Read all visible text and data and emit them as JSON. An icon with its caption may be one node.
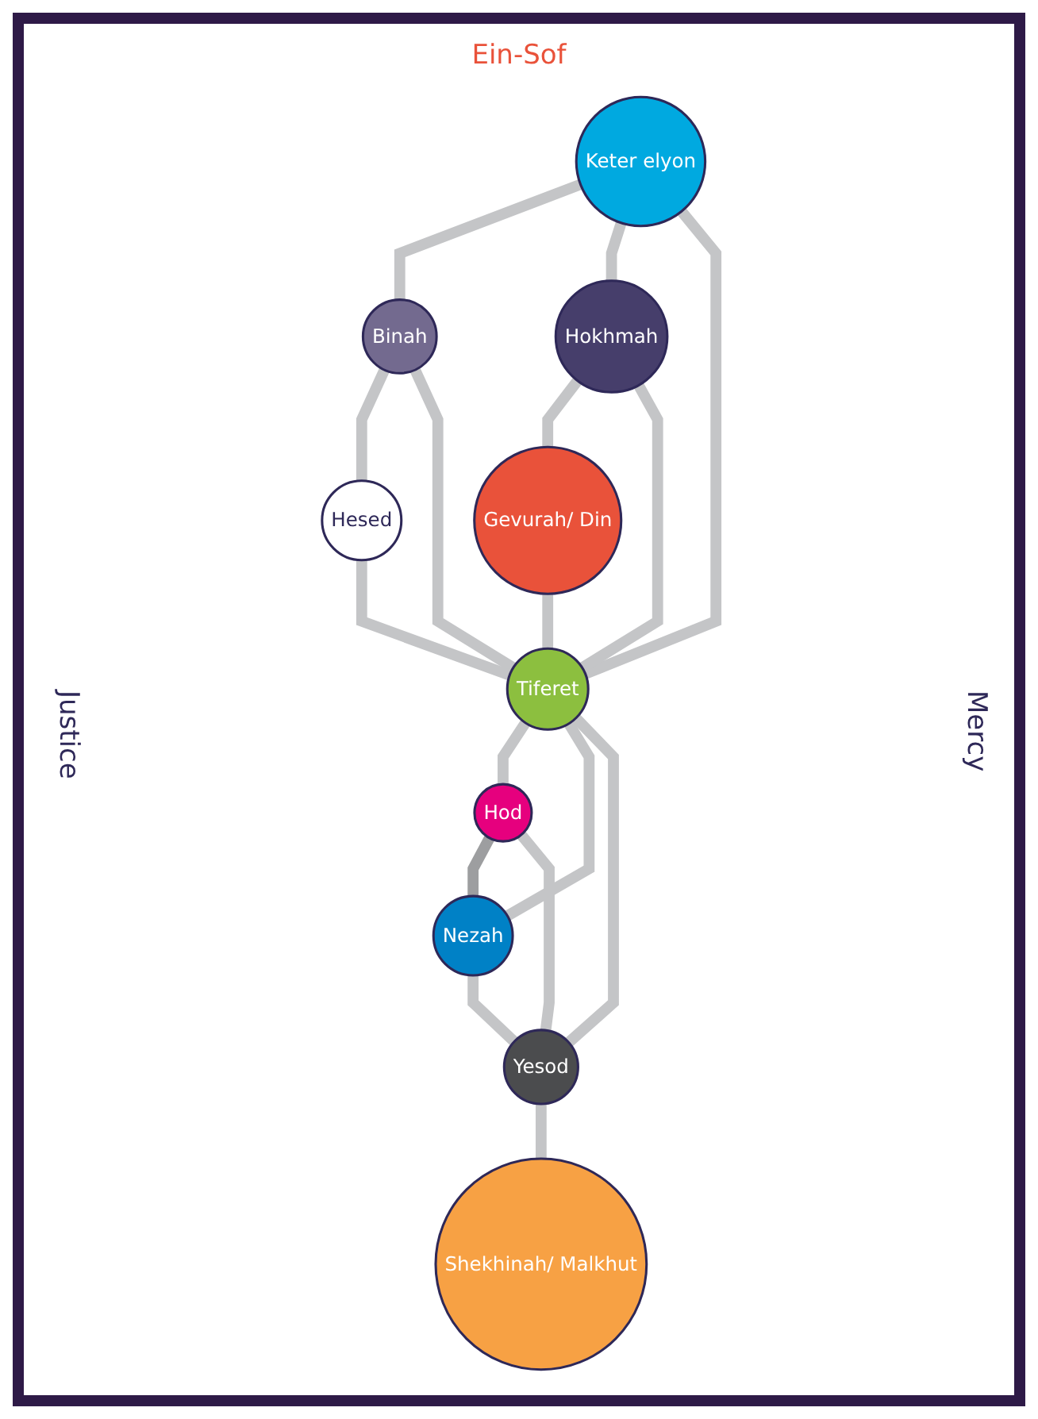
{
  "diagram": {
    "nodes": [
      {
        "text": [
          "Keter elyon"
        ]
      },
      {
        "text": [
          "Binah"
        ]
      },
      {
        "text": [
          "Hokhmah"
        ]
      },
      {
        "text": [
          "Gevurah/ Din"
        ]
      },
      {
        "text": [
          "Hesed"
        ]
      },
      {
        "text": [
          "Tiferet"
        ]
      },
      {
        "text": [
          "Hod"
        ]
      },
      {
        "text": [
          "Nezah"
        ]
      },
      {
        "text": [
          "Yesod"
        ]
      },
      {
        "text": [
          "Shekhinah/ Malkhut"
        ]
      }
    ],
    "edges": [
      {
        "from": 0,
        "to": 1,
        "arrow": "none"
      },
      {
        "from": 0,
        "to": 2,
        "arrow": "none"
      },
      {
        "from": 0,
        "to": 5,
        "arrow": "none"
      },
      {
        "from": 1,
        "to": 4,
        "arrow": "none"
      },
      {
        "from": 2,
        "to": 3,
        "arrow": "none"
      },
      {
        "from": 1,
        "to": 5,
        "arrow": "none"
      },
      {
        "from": 2,
        "to": 5,
        "arrow": "none"
      },
      {
        "from": 3,
        "to": 5,
        "arrow": "none"
      },
      {
        "from": 4,
        "to": 5,
        "arrow": "none"
      },
      {
        "from": 5,
        "to": 6,
        "arrow": "none"
      },
      {
        "from": 5,
        "to": 7,
        "arrow": "none"
      },
      {
        "from": 5,
        "to": 8,
        "arrow": "none"
      },
      {
        "from": 6,
        "to": 7,
        "arrow": "none",
        "color": "#9d9ea0"
      },
      {
        "from": 6,
        "to": 8,
        "arrow": "none"
      },
      {
        "from": 7,
        "to": 8,
        "arrow": "none"
      },
      {
        "from": 8,
        "to": 9,
        "arrow": "none"
      }
    ],
    "labels": [
      "Ein-Sof",
      "Justice",
      "Mercy"
    ]
  }
}
